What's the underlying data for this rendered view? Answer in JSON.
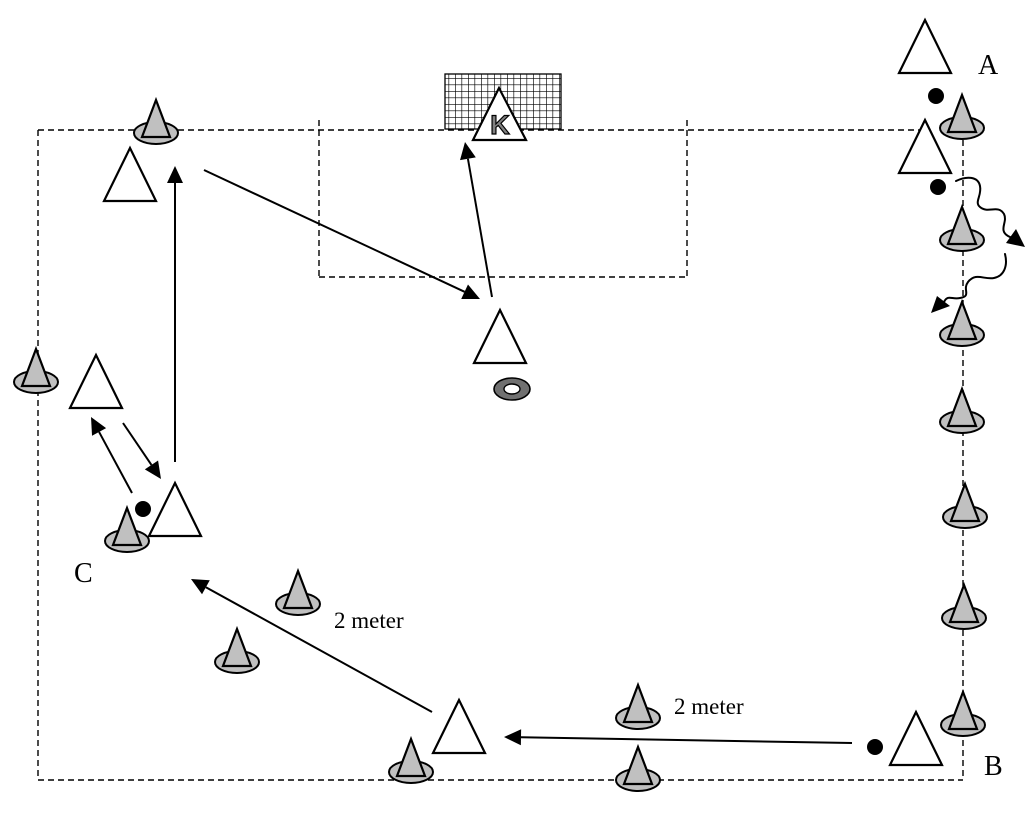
{
  "diagram": {
    "title": "Soccer passing and finishing drill",
    "colors": {
      "background": "#ffffff",
      "line": "#000000",
      "cone_fill": "#c0c0c0",
      "keeper_letter_fill": "#808080",
      "ring_marker_fill": "#707070",
      "ball": "#000000",
      "player_fill": "#ffffff"
    },
    "labels": {
      "station_a": "A",
      "station_b": "B",
      "station_c": "C",
      "distance_upper": "2 meter",
      "distance_lower": "2 meter",
      "keeper": "K"
    },
    "icons": {
      "player": "white-triangle",
      "goalkeeper": "white-triangle-with-K",
      "cone": "grey-cone-on-disc",
      "ball": "black-dot",
      "marker": "grey-ring-disc",
      "goal": "net-grid",
      "pass": "straight-arrow",
      "dribble": "wavy-arrow"
    },
    "counts": {
      "players": 8,
      "goalkeepers": 1,
      "cones": 16,
      "balls": 4,
      "pass_arrows": 7,
      "dribble_arrows": 2
    }
  }
}
